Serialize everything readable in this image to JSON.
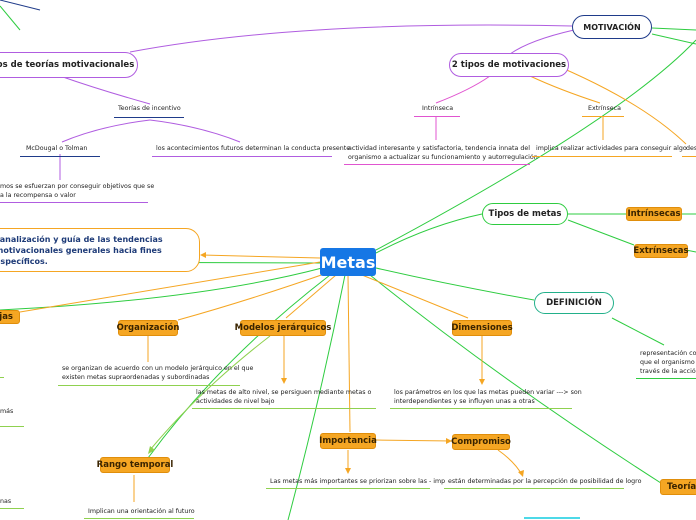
{
  "center": "Metas",
  "motivacion": "MOTIVACIÓN",
  "tipos_teorias": "tipos de teorías motivacionales",
  "dos_tipos": "2 tipos de motivaciones",
  "teorias_incentivo": "Teorías de incentivo",
  "mcdougal": "McDougal o Tolman",
  "acontecimientos": "los acontecimientos futuros determinan la conducta presente",
  "esfuerzan_1": "mos se esfuerzan por conseguir objetivos que se",
  "esfuerzan_2": "a la recompensa o valor",
  "intrinseca": "Intrínseca",
  "extrinseca": "Extrínseca",
  "intrinseca_desc_1": "actividad interesante y satisfactoria, tendencia innata del",
  "intrinseca_desc_2": "organismo a actualizar su funcionamiento y autorregulación",
  "extrinseca_desc": "implica realizar actividades para conseguir algo",
  "des_partial": "des",
  "tipos_metas": "Tipos de metas",
  "intrinsecas": "Intrínsecas",
  "extrinsecas": "Extrínsecas",
  "canalizacion": "canalización y guía de las tendencias motivacionales generales hacia fines específicos.",
  "definicion": "DEFINICIÓN",
  "definicion_desc_1": "representación cogn",
  "definicion_desc_2": "que el organismo es",
  "definicion_desc_3": "través de la acción",
  "complejas": "lejas",
  "organizacion": "Organización",
  "organizacion_desc_1": "se organizan de acuerdo con un modelo jerárquico en el que",
  "organizacion_desc_2": "existen metas supraordenadas y subordinadas",
  "modelos": "Modelos jerárquicos",
  "modelos_desc_1": "las metas de alto nivel, se persiguen mediante metas o",
  "modelos_desc_2": "actividades de nivel bajo",
  "dimensiones": "Dimensiones",
  "dimensiones_desc_1": "los parámetros en los que las metas pueden variar ---> son",
  "dimensiones_desc_2": "interdependientes y se influyen unas a otras",
  "importancia": "Importancia",
  "importancia_desc": "Las metas más importantes se priorizan sobre las - imp",
  "compromiso": "Compromiso",
  "compromiso_desc": "están determinadas por la percepción de posibilidad de logro",
  "rango": "Rango temporal",
  "rango_desc": "Implican una orientación al futuro",
  "teorias_partial": "Teorías",
  "left_mas": "más",
  "left_nas": "nas"
}
